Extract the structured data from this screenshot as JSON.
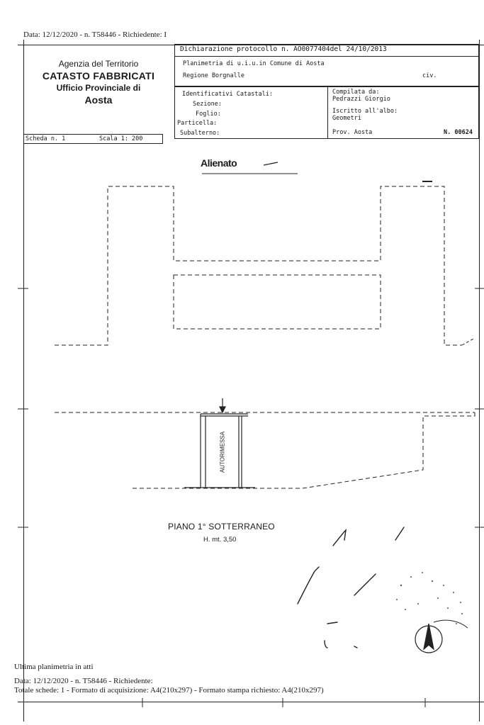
{
  "header_line": "Data: 12/12/2020 - n. T58446 - Richiedente: I",
  "agency": {
    "line1": "Agenzia del Territorio",
    "line2": "CATASTO FABBRICATI",
    "line3": "Ufficio Provinciale di",
    "line4": "Aosta"
  },
  "declaration": {
    "protocol": "Dichiarazione protocollo n. AO0077404del 24/10/2013",
    "plan_title": "Planimetria di u.i.u.in Comune di Aosta",
    "region": "Regione Borgnalle",
    "civ_label": "civ."
  },
  "cadastral": {
    "heading": "Identificativi Catastali:",
    "sezione": "Sezione:",
    "foglio": "Foglio:",
    "particella": "Particella:",
    "subalterno": "Subalterno:"
  },
  "compiler": {
    "label": "Compilata da:",
    "name": "Pedrazzi Giorgio",
    "register_label": "Iscritto all'albo:",
    "register_value": "Geometri",
    "province": "Prov. Aosta",
    "number": "N. 00624"
  },
  "sheet": {
    "scheda": "Scheda n. 1",
    "scala": "Scala 1: 200"
  },
  "plan": {
    "neighbor_label": "Alienato",
    "room_label": "AUTORIMESSA",
    "floor_label": "PIANO 1° SOTTERRANEO",
    "height_label": "H. mt. 3,50",
    "compass_label": "N"
  },
  "footer": {
    "last_plan": "Ultima planimetria in atti",
    "data_line": "Data: 12/12/2020 - n. T58446 - Richiedente:",
    "totals_line": "Totale schede: 1 - Formato di acquisizione: A4(210x297) - Formato stampa richiesto: A4(210x297)"
  }
}
